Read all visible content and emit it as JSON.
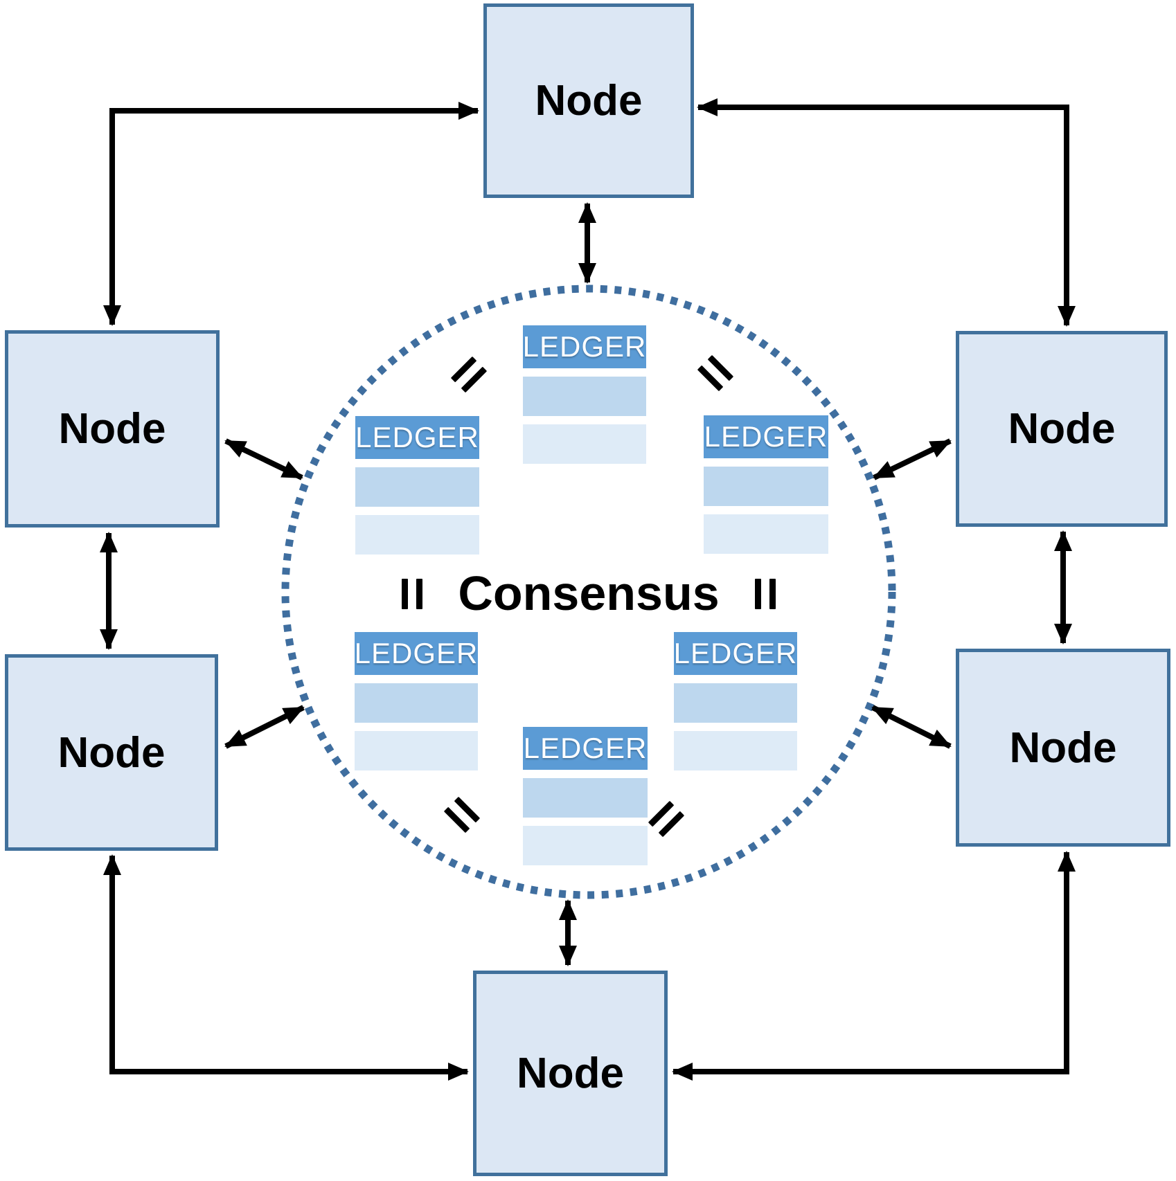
{
  "labels": {
    "node": "Node",
    "ledger": "LEDGER",
    "center": "Consensus"
  },
  "structure": {
    "node_count": 6,
    "ledger_count": 6,
    "equals_mark_count": 6,
    "ledger_rows_per_table": 2,
    "connection_style": "double-headed arrows",
    "center_boundary": "dotted circle"
  },
  "colors": {
    "node_fill": "#dce7f4",
    "node_border": "#41719c",
    "ledger_header": "#5b9bd5",
    "ledger_row_1": "#bdd7ee",
    "ledger_row_2": "#deebf7",
    "circle_dots": "#3f6e9f",
    "arrow": "#000000",
    "text": "#000000",
    "ledger_text": "#ffffff",
    "background": "#ffffff"
  }
}
